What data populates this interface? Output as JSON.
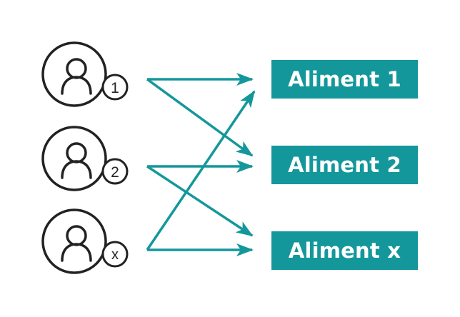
{
  "people": [
    {
      "badge": "1"
    },
    {
      "badge": "2"
    },
    {
      "badge": "x"
    }
  ],
  "foods": [
    {
      "label": "Aliment 1"
    },
    {
      "label": "Aliment 2"
    },
    {
      "label": "Aliment x"
    }
  ],
  "links": [
    {
      "from": "1",
      "to": "Aliment 1"
    },
    {
      "from": "1",
      "to": "Aliment 2"
    },
    {
      "from": "2",
      "to": "Aliment 2"
    },
    {
      "from": "2",
      "to": "Aliment x"
    },
    {
      "from": "x",
      "to": "Aliment 1"
    },
    {
      "from": "x",
      "to": "Aliment x"
    }
  ],
  "colors": {
    "accent": "#14979b",
    "outline": "#222222",
    "text_on_accent": "#ffffff"
  }
}
